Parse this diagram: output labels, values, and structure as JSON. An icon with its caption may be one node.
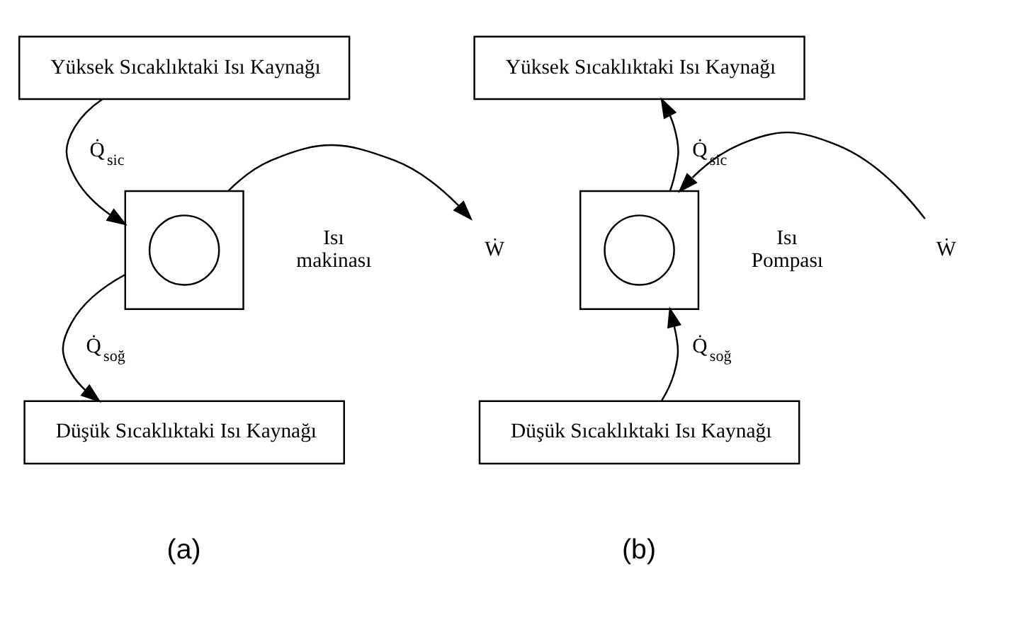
{
  "diagram": {
    "nodes": [
      {
        "text": [
          "Yüksek Sıcaklıktaki Isı Kaynağı"
        ]
      },
      {
        "text": [],
        "shape": "box",
        "beside": [
          "Isı makinası"
        ]
      },
      {
        "text": [],
        "shape": "circle",
        "in": 1
      },
      {
        "text": [
          "Ẇ"
        ]
      },
      {
        "text": [
          "Düşük Sıcaklıktaki Isı Kaynağı"
        ]
      },
      {
        "text": [
          "Yüksek Sıcaklıktaki Isı Kaynağı"
        ]
      },
      {
        "text": [],
        "shape": "box",
        "beside": [
          "Isı Pompası"
        ]
      },
      {
        "text": [],
        "shape": "circle",
        "in": 6
      },
      {
        "text": [
          "Ẇ"
        ]
      },
      {
        "text": [
          "Düşük Sıcaklıktaki Isı Kaynağı"
        ]
      }
    ],
    "edges": [
      {
        "from": 0,
        "to": 1,
        "arrow": "to",
        "label": "Q̇$_{sic}$"
      },
      {
        "from": 1,
        "to": 3,
        "arrow": "to"
      },
      {
        "from": 1,
        "to": 4,
        "arrow": "to",
        "label": "Q̇$_{soğ}$"
      },
      {
        "from": 6,
        "to": 5,
        "arrow": "to",
        "label": "Q̇$_{sic}$"
      },
      {
        "from": 8,
        "to": 6,
        "arrow": "to"
      },
      {
        "from": 9,
        "to": 6,
        "arrow": "to",
        "label": "Q̇$_{soğ}$"
      }
    ],
    "labels": [
      "(a)",
      "(b)"
    ]
  }
}
